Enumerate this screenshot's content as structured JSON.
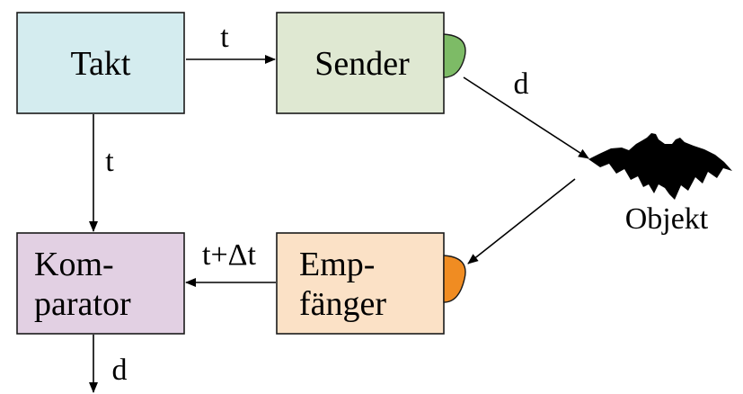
{
  "blocks": {
    "takt": {
      "label": "Takt",
      "fill": "#d4ecef"
    },
    "sender": {
      "label": "Sender",
      "fill": "#dfe8d2",
      "emitter_fill": "#7dbb66"
    },
    "komparator": {
      "line1": "Kom-",
      "line2": "parator",
      "fill": "#e2d0e3"
    },
    "empfaenger": {
      "line1": "Emp-",
      "line2": "fänger",
      "fill": "#fbe1c6",
      "receiver_fill": "#f08c22"
    }
  },
  "labels": {
    "takt_to_sender": "t",
    "takt_to_komparator": "t",
    "sender_to_objekt": "d",
    "empfaenger_to_komparator": "t+Δt",
    "komparator_output": "d"
  },
  "object": {
    "label": "Objekt",
    "icon": "bat-icon",
    "color": "#000000"
  }
}
